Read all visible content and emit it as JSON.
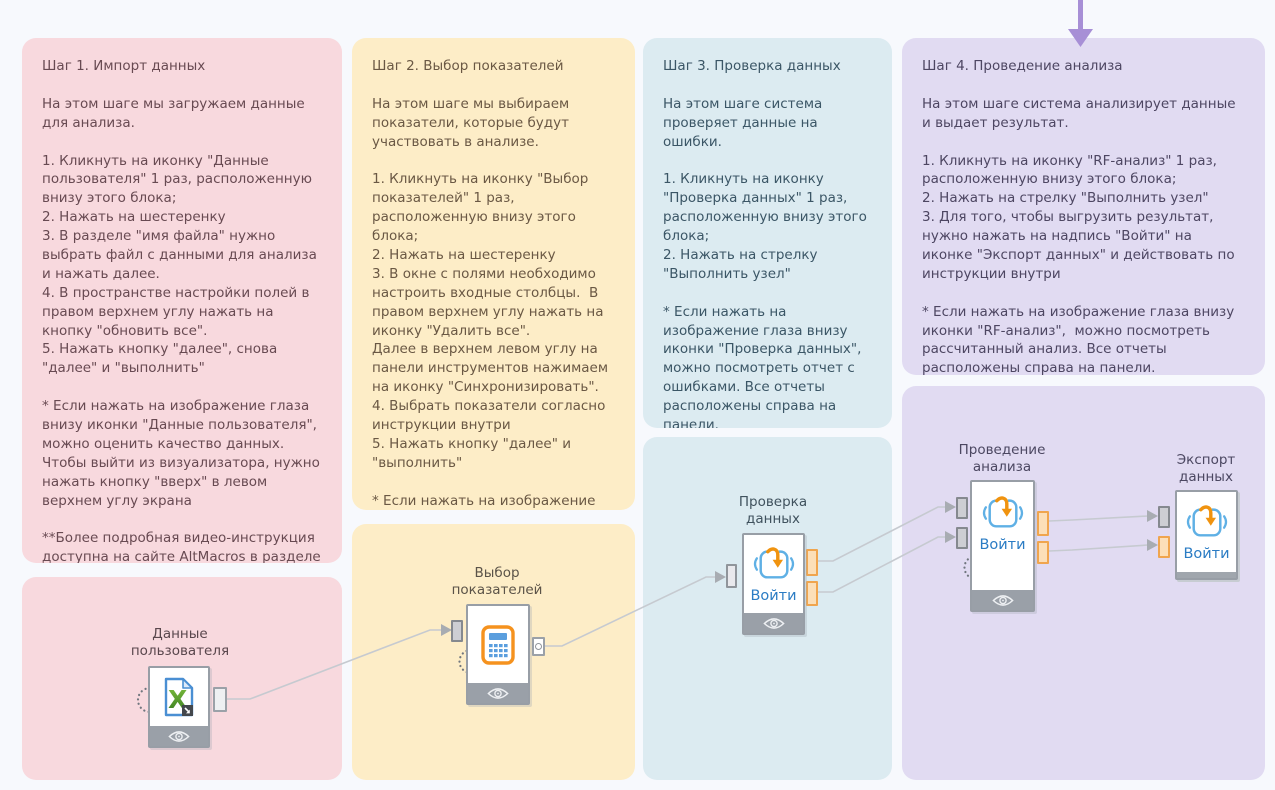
{
  "panels": [
    {
      "title": "Шаг 1. Импорт данных",
      "body": "На этом шаге мы загружаем данные для анализа.\n\n1. Кликнуть на иконку \"Данные пользователя\" 1 раз, расположенную внизу этого блока;\n2. Нажать на шестеренку\n3. В разделе \"имя файла\" нужно выбрать файл с данными для анализа и нажать далее.\n4. В пространстве настройки полей в правом верхнем углу нажать на кнопку \"обновить все\".\n5. Нажать кнопку \"далее\", снова \"далее\" и \"выполнить\"\n\n* Если нажать на изображение глаза внизу иконки \"Данные пользователя\", можно оценить качество данных. Чтобы выйти из визуализатора, нужно нажать кнопку \"вверх\" в левом верхнем углу экрана\n\n**Более подробная видео-инструкция доступна на сайте AltMacros в разделе \"материалы\"",
      "bg": "#f8d9de",
      "fg": "#684a52"
    },
    {
      "title": "Шаг 2. Выбор показателей",
      "body": "На этом шаге мы выбираем показатели, которые будут участвовать в анализе.\n\n1. Кликнуть на иконку \"Выбор показателей\" 1 раз, расположенную внизу этого блока;\n2. Нажать на шестеренку\n3. В окне с полями необходимо настроить входные столбцы.  В правом верхнем углу нажать на иконку \"Удалить все\".\nДалее в верхнем левом углу на панели инструментов нажимаем на иконку \"Синхронизировать\".\n4. Выбрать показатели согласно инструкции внутри\n5. Нажать кнопку \"далее\" и \"выполнить\"\n\n* Если нажать на изображение глаза внизу иконки \"Выбор показателей\", можно посмотреть на выбранные данные для анализа",
      "bg": "#fdedc7",
      "fg": "#6a5844"
    },
    {
      "title": "Шаг 3. Проверка данных",
      "body": "На этом шаге система проверяет данные на ошибки.\n\n1. Кликнуть на иконку \"Проверка данных\" 1 раз, расположенную внизу этого блока;\n2. Нажать на стрелку \"Выполнить узел\"\n\n* Если нажать на изображение глаза внизу иконки \"Проверка данных\",  можно посмотреть отчет с ошибками. Все отчеты расположены справа на панели.",
      "bg": "#dcebf1",
      "fg": "#3b5666"
    },
    {
      "title": "Шаг 4. Проведение анализа",
      "body": "На этом шаге система анализирует данные и выдает результат.\n\n1. Кликнуть на иконку \"RF-анализ\" 1 раз, расположенную внизу этого блока;\n2. Нажать на стрелку \"Выполнить узел\"\n3. Для того, чтобы выгрузить результат, нужно нажать на надпись \"Войти\" на иконке \"Экспорт данных\" и действовать по инструкции внутри\n\n* Если нажать на изображение глаза внизу иконки \"RF-анализ\",  можно посмотреть рассчитанный анализ. Все отчеты расположены справа на панели.",
      "bg": "#e1dbf2",
      "fg": "#4d4662"
    }
  ],
  "nodes": [
    {
      "label": "Данные\nпользователя",
      "icon": "excel-file-icon",
      "enter_label": "",
      "has_eye": true
    },
    {
      "label": "Выбор\nпоказателей",
      "icon": "calculator-icon",
      "enter_label": "",
      "has_eye": true
    },
    {
      "label": "Проверка\nданных",
      "icon": "submodel-icon",
      "enter_label": "Войти",
      "has_eye": true
    },
    {
      "label": "Проведение\nанализа",
      "icon": "submodel-icon",
      "enter_label": "Войти",
      "has_eye": true
    },
    {
      "label": "Экспорт\nданных",
      "icon": "submodel-icon",
      "enter_label": "Войти",
      "has_eye": false
    }
  ],
  "colors": {
    "canvas_bg": "#f7f9fd",
    "note_pink": "#f8d9de",
    "note_yellow": "#fdedc7",
    "note_blue": "#dcebf1",
    "note_purple": "#e1dbf2",
    "connector_gray": "#c6cad0",
    "arrowhead_gray": "#a8acb2",
    "port_orange_border": "#f0a54e",
    "port_orange_fill": "#fcdfb8",
    "node_border_gray": "#989ea6",
    "node_footer_gray": "#9aa0a8",
    "enter_link_blue": "#2b7cc4",
    "pointer_arrow_purple": "#a78fd6",
    "excel_green": "#4e9b2f",
    "icon_blue": "#5a9ede",
    "icon_orange": "#f5921e"
  }
}
